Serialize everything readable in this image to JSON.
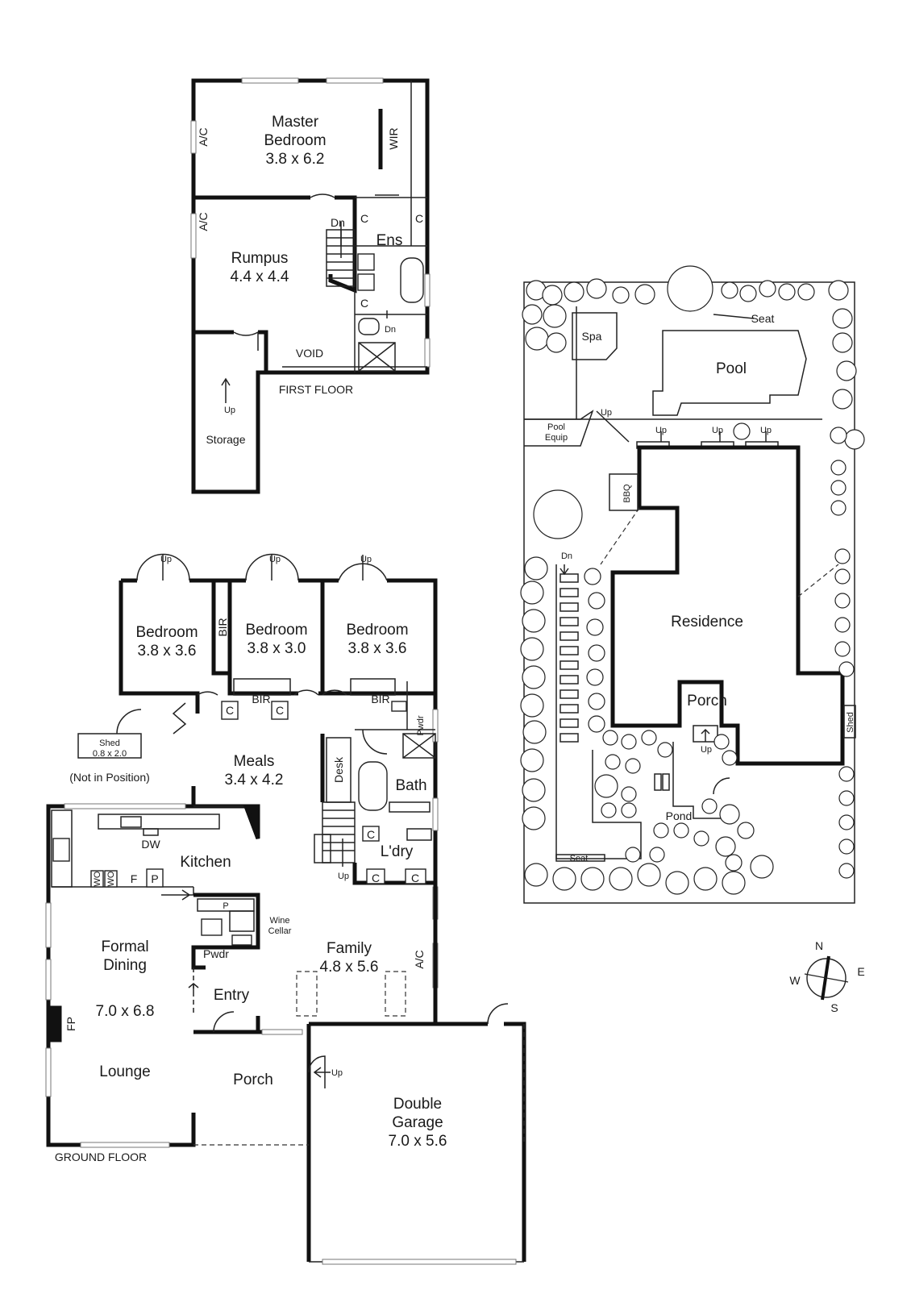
{
  "first_floor": {
    "title": "FIRST FLOOR",
    "rooms": {
      "master_name": "Master",
      "master_name2": "Bedroom",
      "master_size": "3.8 x 6.2",
      "rumpus_name": "Rumpus",
      "rumpus_size": "4.4 x 4.4",
      "ens": "Ens",
      "wir": "WIR",
      "void": "VOID",
      "storage": "Storage"
    },
    "ac": "A/C",
    "cupboard": "C",
    "dn": "Dn",
    "up": "Up"
  },
  "ground_floor": {
    "title": "GROUND FLOOR",
    "bedroom": "Bedroom",
    "bed1_size": "3.8 x 3.6",
    "bed2_size": "3.8 x 3.0",
    "bed3_size": "3.8 x 3.6",
    "bir": "BIR",
    "cupboard": "C",
    "pwdr": "Pwdr",
    "meals": "Meals",
    "meals_size": "3.4 x 4.2",
    "desk": "Desk",
    "bath": "Bath",
    "ldry": "L'dry",
    "kitchen": "Kitchen",
    "dw": "DW",
    "wo": "WO",
    "f": "F",
    "p": "P",
    "wine_cellar_1": "Wine",
    "wine_cellar_2": "Cellar",
    "family": "Family",
    "family_size": "4.8 x 5.6",
    "ac": "A/C",
    "formal_dining_1": "Formal",
    "formal_dining_2": "Dining",
    "lounge_size": "7.0 x 6.8",
    "lounge": "Lounge",
    "fp": "FP",
    "entry": "Entry",
    "porch": "Porch",
    "up": "Up",
    "garage_1": "Double",
    "garage_2": "Garage",
    "garage_size": "7.0 x 5.6",
    "shed_name": "Shed",
    "shed_size": "0.8 x 2.0",
    "shed_note": "(Not in Position)"
  },
  "site_plan": {
    "spa": "Spa",
    "seat": "Seat",
    "pool": "Pool",
    "pool_equip_1": "Pool",
    "pool_equip_2": "Equip",
    "up": "Up",
    "dn": "Dn",
    "bbq": "BBQ",
    "residence": "Residence",
    "porch": "Porch",
    "shed": "Shed",
    "pond": "Pond"
  },
  "compass": {
    "n": "N",
    "s": "S",
    "e": "E",
    "w": "W"
  }
}
